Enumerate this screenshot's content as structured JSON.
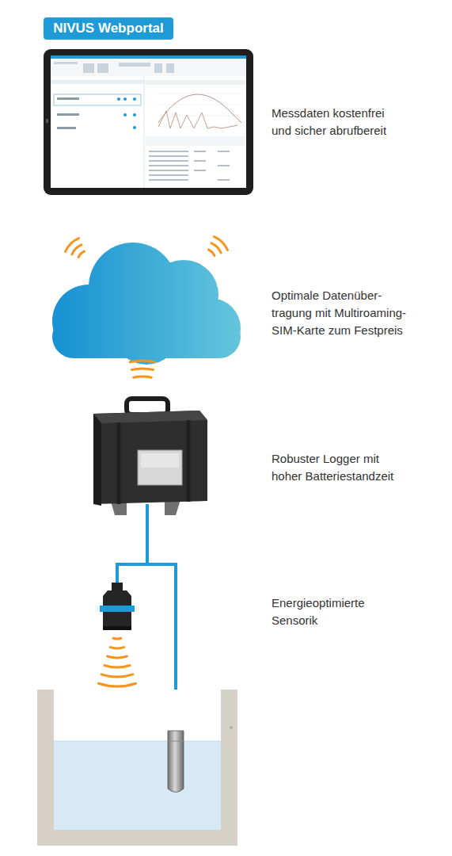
{
  "diagram": {
    "nodes": [
      {
        "text": [
          "NIVUS Webportal"
        ]
      }
    ],
    "labels": [
      "Messdaten kostenfrei und sicher abrufbereit",
      "Optimale Datenüber- tragung mit Multiroaming- SIM-Karte zum Festpreis",
      "Robuster Logger mit hoher Batteriestandzeit",
      "Energieoptimierte Sensorik"
    ]
  }
}
